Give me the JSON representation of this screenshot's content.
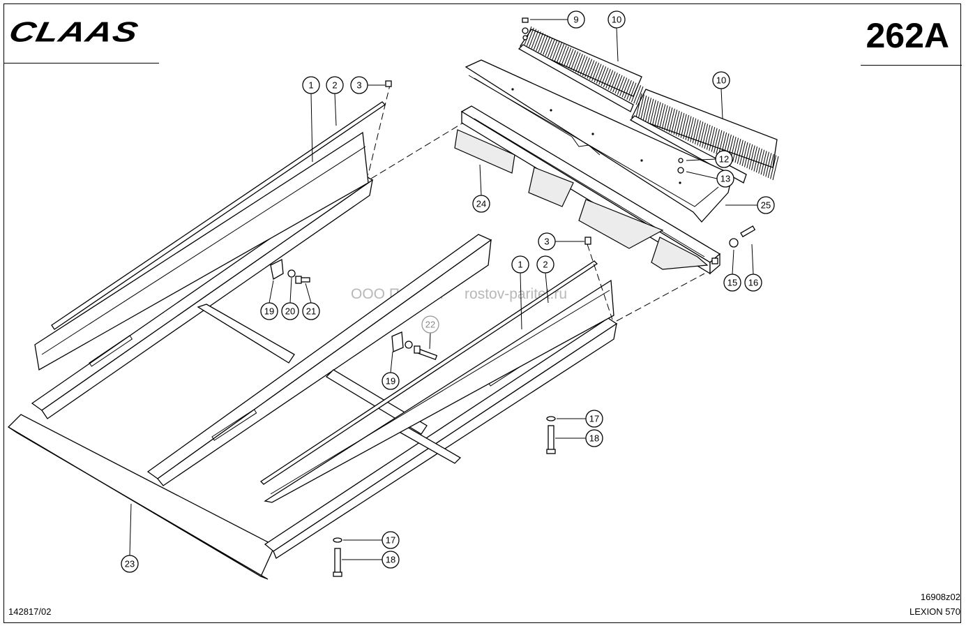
{
  "header": {
    "brand": "CLAAS",
    "page_code": "262A"
  },
  "footer": {
    "document_number": "142817/02",
    "drawing_number": "16908z02",
    "model": "LEXION 570"
  },
  "watermark": {
    "company": "ООО Паритет",
    "website": "rostov-paritet.ru"
  },
  "callouts": [
    {
      "label": "9",
      "part": "screw"
    },
    {
      "label": "10",
      "part": "comb-strip-left"
    },
    {
      "label": "10",
      "part": "comb-strip-right"
    },
    {
      "label": "12",
      "part": "screw"
    },
    {
      "label": "13",
      "part": "washer"
    },
    {
      "label": "25",
      "part": "cross-beam-cover"
    },
    {
      "label": "24",
      "part": "rubber-flaps"
    },
    {
      "label": "15",
      "part": "washer"
    },
    {
      "label": "16",
      "part": "bolt"
    },
    {
      "label": "1",
      "part": "side-strip-left"
    },
    {
      "label": "2",
      "part": "side-strip-left"
    },
    {
      "label": "3",
      "part": "screw-left"
    },
    {
      "label": "19",
      "part": "bracket-left"
    },
    {
      "label": "20",
      "part": "washer-left"
    },
    {
      "label": "21",
      "part": "bolt-left"
    },
    {
      "label": "3",
      "part": "screw-right"
    },
    {
      "label": "1",
      "part": "side-strip-right"
    },
    {
      "label": "2",
      "part": "side-strip-right"
    },
    {
      "label": "22",
      "part": "bolt-center"
    },
    {
      "label": "19",
      "part": "bracket-center"
    },
    {
      "label": "17",
      "part": "washer-upper"
    },
    {
      "label": "18",
      "part": "bolt-upper"
    },
    {
      "label": "23",
      "part": "frame"
    },
    {
      "label": "17",
      "part": "washer-lower"
    },
    {
      "label": "18",
      "part": "bolt-lower"
    }
  ]
}
